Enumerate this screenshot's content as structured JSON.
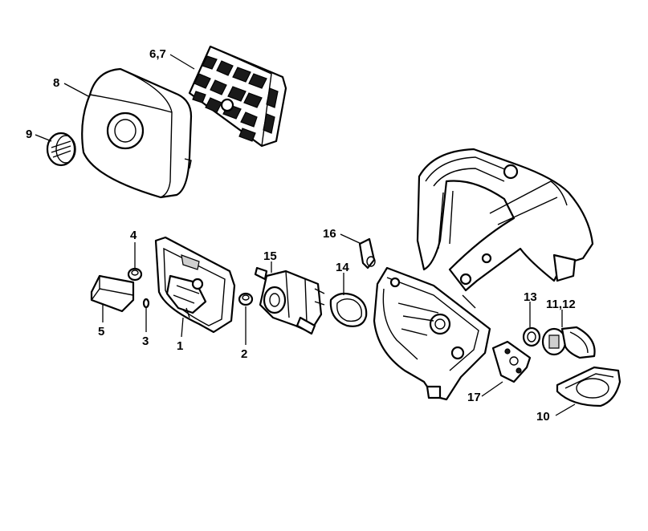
{
  "diagram": {
    "callouts": {
      "c1": "1",
      "c2": "2",
      "c3": "3",
      "c4": "4",
      "c5": "5",
      "c67": "6,7",
      "c8": "8",
      "c9": "9",
      "c10": "10",
      "c1112": "11,12",
      "c13": "13",
      "c14": "14",
      "c15": "15",
      "c16": "16",
      "c17": "17"
    }
  }
}
